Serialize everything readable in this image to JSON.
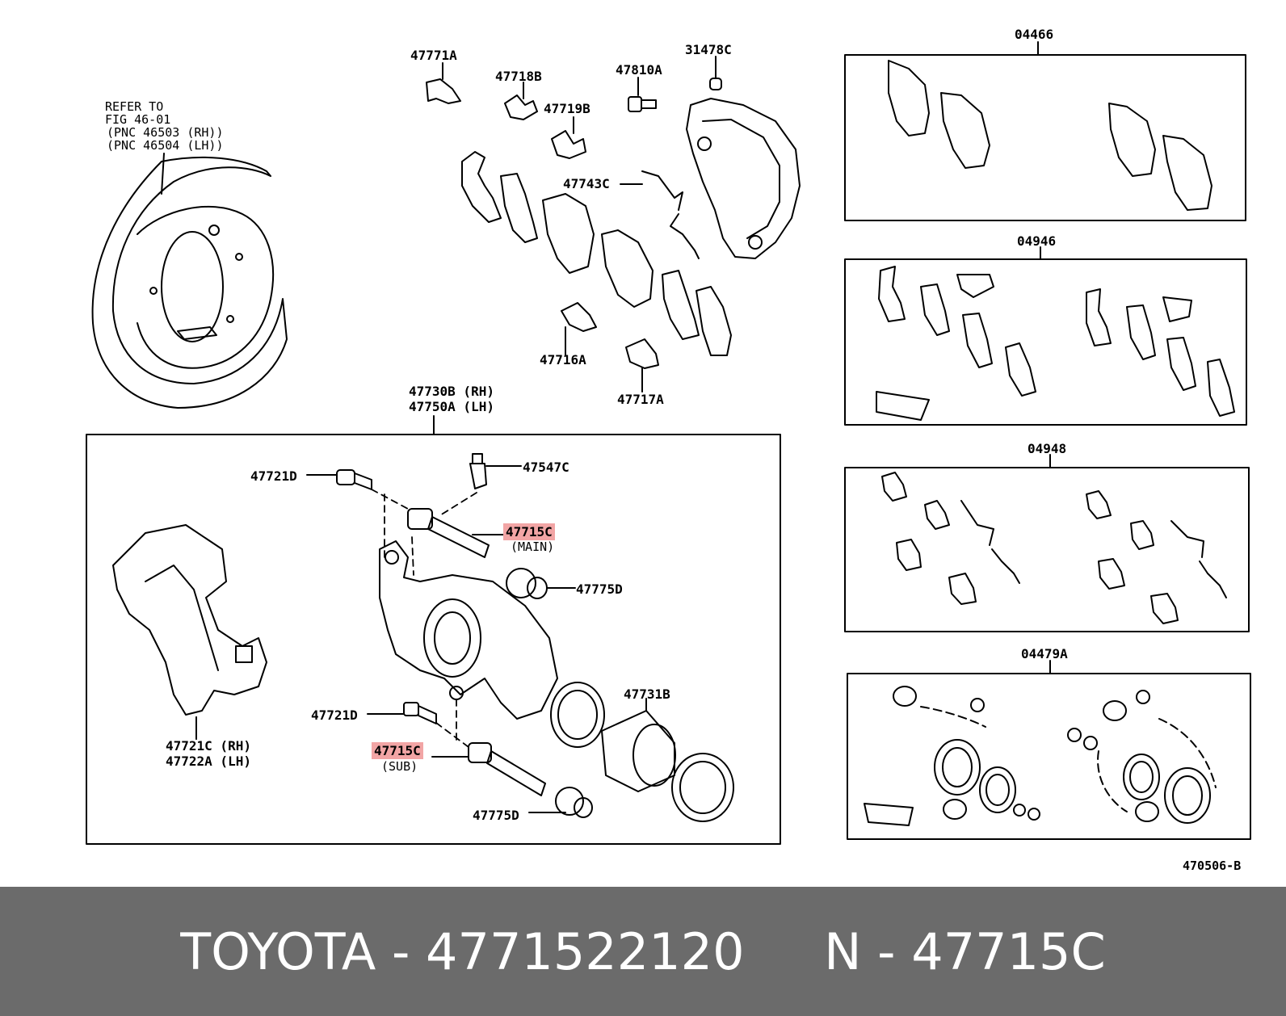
{
  "refer_note": {
    "line1": "REFER TO",
    "line2": "FIG 46-01",
    "line3": "(PNC 46503 (RH))",
    "line4": "(PNC 46504 (LH))"
  },
  "parts": {
    "p47771A": "47771A",
    "p47718B": "47718B",
    "p47810A": "47810A",
    "p31478C": "31478C",
    "p47719B": "47719B",
    "p47743C": "47743C",
    "p47716A": "47716A",
    "p47717A": "47717A",
    "p47730B": "47730B (RH)",
    "p47750A": "47750A (LH)",
    "p47721D_top": "47721D",
    "p47547C": "47547C",
    "p47715C_main": "47715C",
    "main_sub": "(MAIN)",
    "p47775D_top": "47775D",
    "p47731B": "47731B",
    "p47721D_bottom": "47721D",
    "p47715C_sub": "47715C",
    "sub_sub": "(SUB)",
    "p47775D_bottom": "47775D",
    "p47721C": "47721C (RH)",
    "p47722A": "47722A (LH)"
  },
  "kits": {
    "k04466": "04466",
    "k04946": "04946",
    "k04948": "04948",
    "k04479A": "04479A"
  },
  "figure_code": "470506-B",
  "footer": {
    "brand": "TOYOTA",
    "sep1": " - ",
    "part_number": "4771522120",
    "gap": "     ",
    "n_label": "N",
    "sep2": " - ",
    "pnc": "47715C"
  },
  "colors": {
    "highlight": "#f2a5a5",
    "footer_bg": "#6b6b6b",
    "footer_text": "#ffffff"
  }
}
